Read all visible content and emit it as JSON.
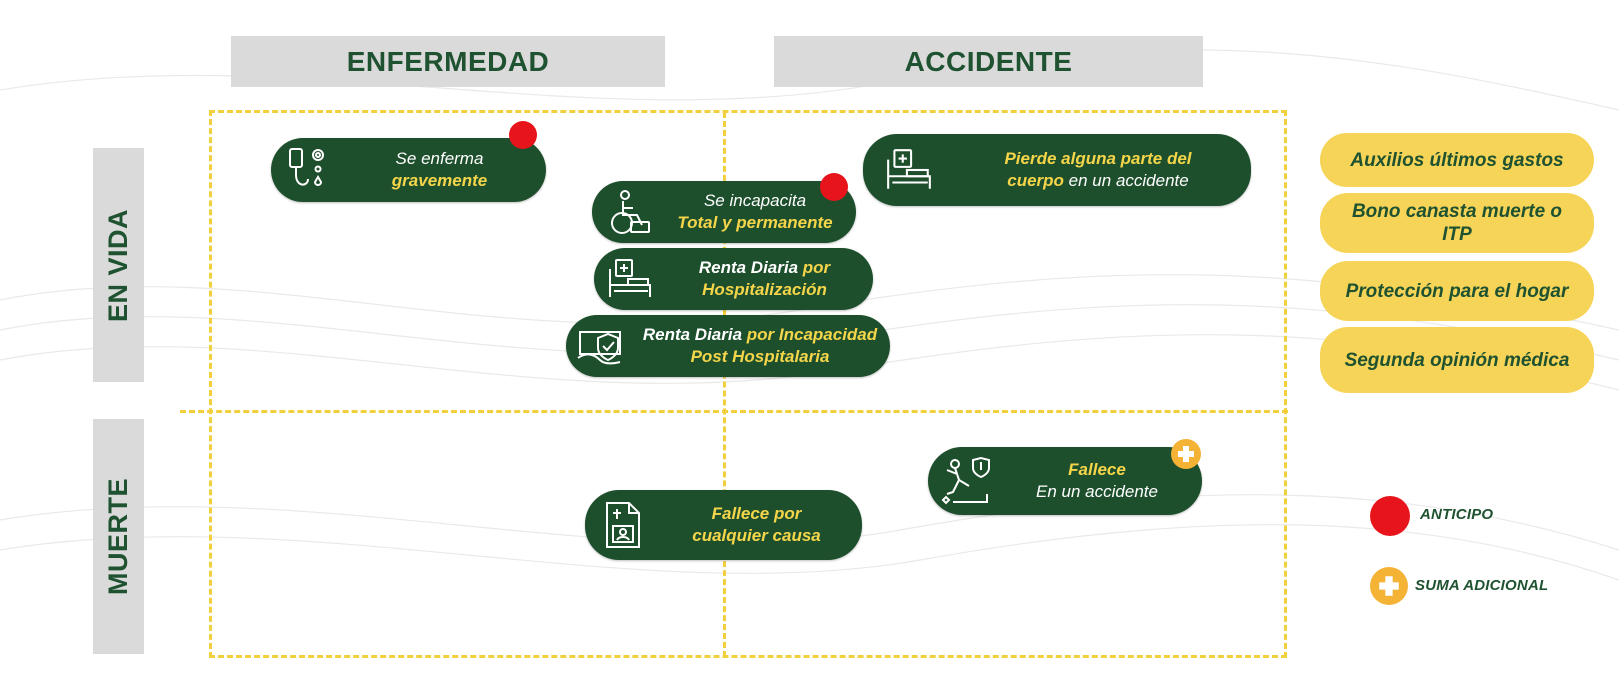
{
  "columns": {
    "enfermedad": "ENFERMEDAD",
    "accidente": "ACCIDENTE"
  },
  "rows": {
    "en_vida": "EN VIDA",
    "muerte": "MUERTE"
  },
  "cards": {
    "enferma": {
      "line1": "Se enferma",
      "line2": "gravemente",
      "icon": "iv-drip-icon"
    },
    "incapacita": {
      "line1": "Se incapacita",
      "line2": "Total y permanente",
      "icon": "wheelchair-icon"
    },
    "renta_hosp": {
      "line1a": "Renta Diaria",
      "line1b": " por",
      "line2": "Hospitalización",
      "icon": "hospital-bed-icon"
    },
    "renta_incap": {
      "line1a": "Renta Diaria",
      "line1b": " por Incapacidad",
      "line2": "Post Hospitalaria",
      "icon": "shield-hand-icon"
    },
    "pierde": {
      "line1": "Pierde alguna parte del",
      "line2a": "cuerpo",
      "line2b": " en un accidente",
      "icon": "hospital-bed-icon"
    },
    "fallece_causa": {
      "line1": "Fallece por",
      "line2": "cualquier causa",
      "icon": "death-certificate-icon"
    },
    "fallece_accidente": {
      "line1": "Fallece",
      "line2": "En un accidente",
      "icon": "falling-person-icon"
    }
  },
  "benefits": [
    "Auxilios últimos gastos",
    "Bono canasta muerte o ITP",
    "Protección para el hogar",
    "Segunda opinión médica"
  ],
  "legend": {
    "anticipo": "ANTICIPO",
    "suma_adicional": "SUMA ADICIONAL"
  },
  "colors": {
    "dark_green": "#1d4f2c",
    "yellow": "#f6d457",
    "red_marker": "#e8141b",
    "orange_marker": "#f4b335",
    "header_gray": "#dadada"
  }
}
